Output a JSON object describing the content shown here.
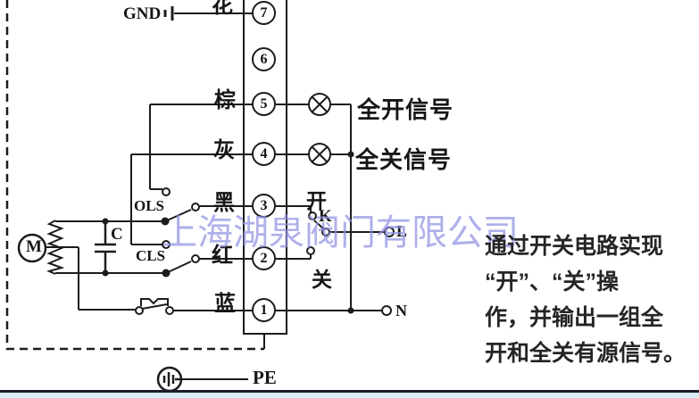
{
  "diagram": {
    "labels": {
      "gnd": "GND",
      "pe": "PE",
      "motor": "M",
      "capacitor": "C",
      "ols": "OLS",
      "cls": "CLS",
      "open": "开",
      "k": "K",
      "l": "L",
      "close": "关",
      "n": "N",
      "wire_t7": "花",
      "wire_t5": "棕",
      "wire_t4": "灰",
      "wire_t3": "黑",
      "wire_t2": "红",
      "wire_t1": "蓝",
      "full_open_signal": "全开信号",
      "full_close_signal": "全关信号"
    },
    "terminals": [
      {
        "number": "7"
      },
      {
        "number": "6"
      },
      {
        "number": "5"
      },
      {
        "number": "4"
      },
      {
        "number": "3"
      },
      {
        "number": "2"
      },
      {
        "number": "1"
      }
    ]
  },
  "watermark": {
    "text": "上海湖泉阀门有限公司",
    "color": "#9093e2"
  },
  "note": {
    "lines": [
      "通过开关电路实现",
      "“开”、“关”操",
      "作，并输出一组全",
      "开和全关有源信号。"
    ]
  },
  "colors": {
    "line": "#1c1c1c",
    "watermark": "#9093e2",
    "bottom_bar_dark": "#1b1b26",
    "bottom_bar_light": "#d9ecf4",
    "background": "#ffffff"
  }
}
